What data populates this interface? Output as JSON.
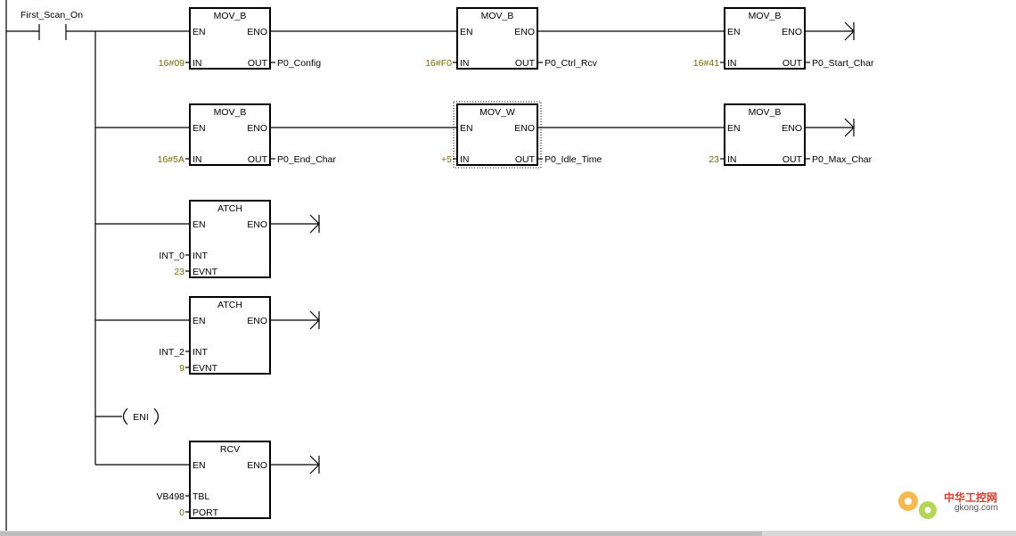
{
  "rung": {
    "contact_label": "First_Scan_On",
    "colors": {
      "text": "#000000",
      "operand": "#7a6a00",
      "wire": "#000000"
    },
    "blocks": [
      {
        "id": "mov1",
        "name": "MOV_B",
        "in_value": "16#09",
        "out_value": "P0_Config"
      },
      {
        "id": "mov2",
        "name": "MOV_B",
        "in_value": "16#F0",
        "out_value": "P0_Ctrl_Rcv"
      },
      {
        "id": "mov3",
        "name": "MOV_B",
        "in_value": "16#41",
        "out_value": "P0_Start_Char"
      },
      {
        "id": "mov4",
        "name": "MOV_B",
        "in_value": "16#5A",
        "out_value": "P0_End_Char"
      },
      {
        "id": "mov5",
        "name": "MOV_W",
        "in_value": "+5",
        "out_value": "P0_Idle_Time"
      },
      {
        "id": "mov6",
        "name": "MOV_B",
        "in_value": "23",
        "out_value": "P0_Max_Char"
      }
    ],
    "atch": [
      {
        "name": "ATCH",
        "int_value": "INT_0",
        "evnt_value": "23"
      },
      {
        "name": "ATCH",
        "int_value": "INT_2",
        "evnt_value": "9"
      }
    ],
    "eni_coil": "ENI",
    "rcv": {
      "name": "RCV",
      "tbl_value": "VB498",
      "port_value": "0"
    },
    "pins": {
      "en": "EN",
      "eno": "ENO",
      "in": "IN",
      "out": "OUT",
      "int": "INT",
      "evnt": "EVNT",
      "tbl": "TBL",
      "port": "PORT"
    }
  },
  "watermark": {
    "cn": "中华工控网",
    "site": "gkong.com"
  }
}
